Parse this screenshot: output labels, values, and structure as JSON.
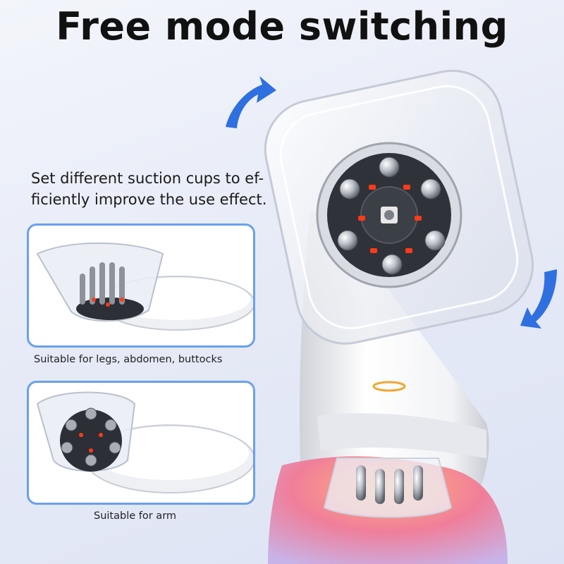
{
  "title": "Free mode switching",
  "description": {
    "line1": "Set different suction cups to ef-",
    "line2": "ficiently improve the use effect."
  },
  "cards": [
    {
      "caption": "Suitable for legs, abdomen, buttocks"
    },
    {
      "caption": "Suitable for arm"
    }
  ],
  "colors": {
    "card_border": "#6aa0ee",
    "arrow": "#2f6fe0",
    "led": "#ff3a1a"
  },
  "icons": [
    "rotate-arrow-icon",
    "rotate-arrow-icon"
  ]
}
